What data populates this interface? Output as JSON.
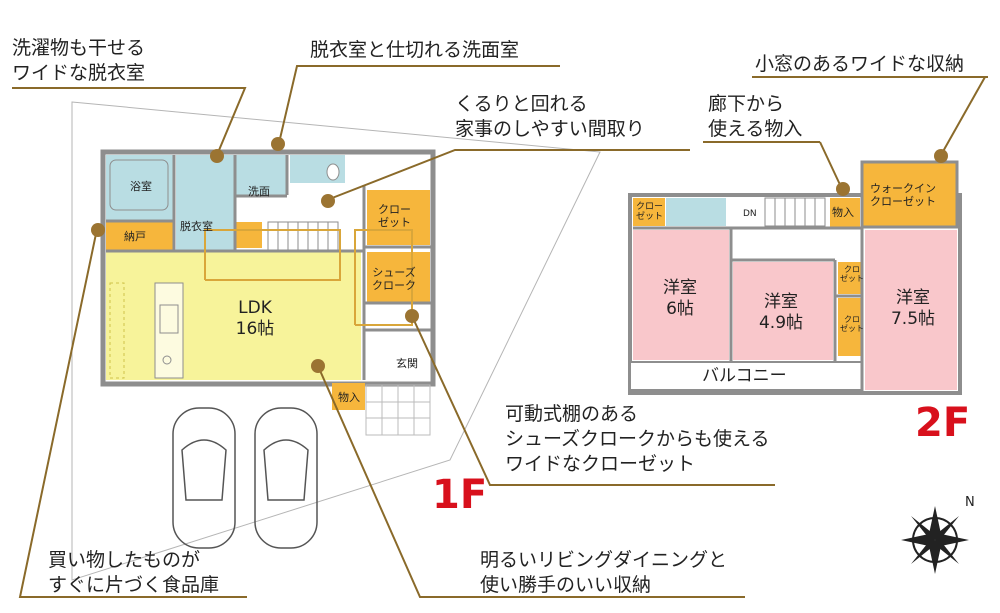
{
  "annotations": {
    "laundry": "洗濯物も干せる\nワイドな脱衣室",
    "washroom": "脱衣室と仕切れる洗面室",
    "circulation": "くるりと回れる\n家事のしやすい間取り",
    "small_window": "小窓のあるワイドな収納",
    "hall_storage": "廊下から\n使える物入",
    "shoes_closet": "可動式棚のある\nシューズクロークからも使える\nワイドなクローゼット",
    "pantry": "買い物したものが\nすぐに片づく食品庫",
    "living": "明るいリビングダイニングと\n使い勝手のいい収納"
  },
  "floor1": {
    "tag": "1F",
    "rooms": {
      "bath": "浴室",
      "dressing": "脱衣室",
      "wash": "洗面",
      "pantry": "納戸",
      "closet": "クロー\nゼット",
      "shoes": "シューズ\nクローク",
      "ldk": "LDK\n16帖",
      "entrance": "玄関",
      "storage": "物入"
    }
  },
  "floor2": {
    "tag": "2F",
    "rooms": {
      "closet_small": "クロー\nゼット",
      "dn": "DN",
      "storage": "物入",
      "walkin": "ウォークイン\nクローゼット",
      "western6": "洋室\n6帖",
      "western49": "洋室\n4.9帖",
      "western75": "洋室\n7.5帖",
      "closet_a": "クロ\nゼット",
      "closet_b": "クロ\nゼット",
      "balcony": "バルコニー"
    }
  },
  "colors": {
    "leader": "#8a6a2a",
    "dot": "#9b7432",
    "wall": "#8e8e8e",
    "ldk": "#f7f39a",
    "water": "#b9dde3",
    "storage": "#f6b63c",
    "bedroom": "#f9c7cb",
    "red": "#d8101c"
  }
}
